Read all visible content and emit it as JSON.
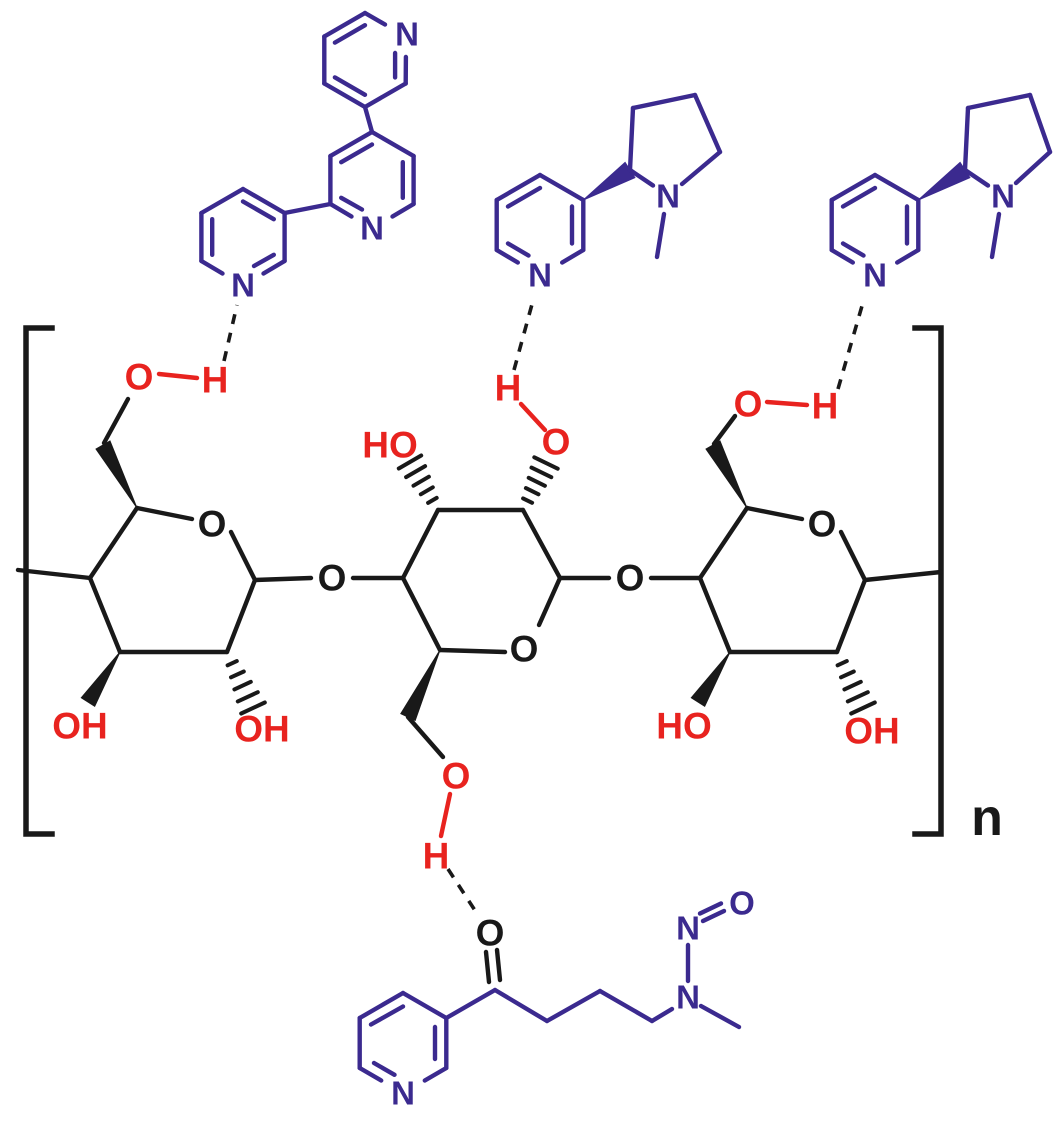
{
  "figure": {
    "description": "Chemical structure diagram: cellulose polymer repeat unit (three glucose rings inside square brackets with repeat index n) forming dashed hydrogen bonds from its hydroxyl groups to four tobacco alkaloid molecules: a terpyridine (top left), two nicotine molecules (top middle and top right), and the nitrosamine NNK (bottom)."
  },
  "colors": {
    "backbone_black": "#191919",
    "hydroxyl_red": "#e8231f",
    "alkaloid_purple": "#3b2a8f",
    "background": "#ffffff"
  },
  "labels": {
    "oxygen": "O",
    "hydrogen": "H",
    "nitrogen": "N",
    "hydroxyl": "OH",
    "hydroxyl_reversed": "HO",
    "repeat_subscript": "n"
  }
}
